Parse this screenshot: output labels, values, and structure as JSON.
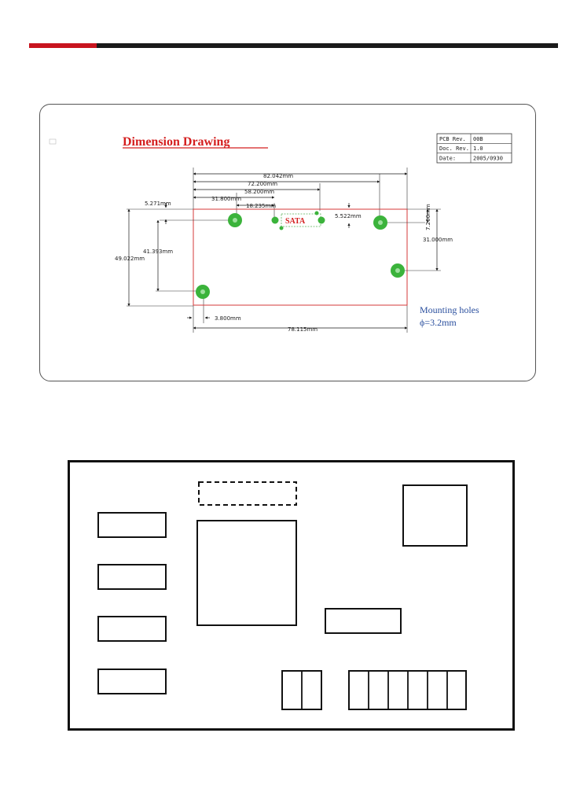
{
  "drawing": {
    "title": "Dimension Drawing",
    "rev_table": [
      {
        "label": "PCB Rev.",
        "value": "00B"
      },
      {
        "label": "Doc. Rev.",
        "value": "1.0"
      },
      {
        "label": "Date:",
        "value": "2005/0930"
      }
    ],
    "connector_label": "SATA",
    "dimensions": {
      "d1": "82.042mm",
      "d2": "72.200mm",
      "d3": "58.200mm",
      "d4": "31.800mm",
      "d5": "18.235mm",
      "d6": "5.271mm",
      "d7": "5.522mm",
      "d8": "7.200mm",
      "d9": "31.000mm",
      "d10": "41.393mm",
      "d11": "49.022mm",
      "d12": "3.800mm",
      "d13": "78.115mm"
    },
    "note_line1": "Mounting holes",
    "note_line2": "ϕ=3.2mm"
  },
  "colors": {
    "accent_red": "#c8141e",
    "board_outline": "#d43a3a",
    "hole_green": "#3bb33b",
    "title_red": "#d41e1e",
    "note_blue": "#2a4f9e"
  }
}
